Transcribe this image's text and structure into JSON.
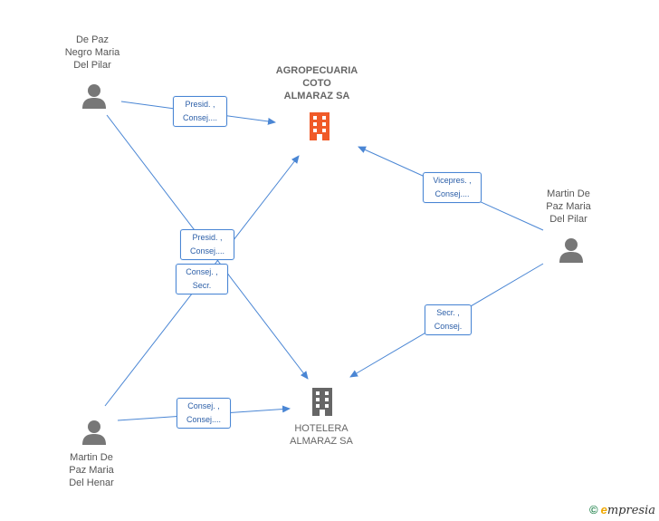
{
  "colors": {
    "edge": "#4a86d4",
    "person": "#777777",
    "company_main": "#f05a28",
    "company": "#666666"
  },
  "people": [
    {
      "id": "p1",
      "lines": [
        "De Paz",
        "Negro Maria",
        "Del Pilar"
      ],
      "icon": "person-icon"
    },
    {
      "id": "p2",
      "lines": [
        "Martin De",
        "Paz Maria",
        "Del Pilar"
      ],
      "icon": "person-icon"
    },
    {
      "id": "p3",
      "lines": [
        "Martin De",
        "Paz Maria",
        "Del Henar"
      ],
      "icon": "person-icon"
    }
  ],
  "companies": [
    {
      "id": "c1",
      "lines": [
        "AGROPECUARIA",
        "COTO",
        "ALMARAZ SA"
      ],
      "icon": "building-icon"
    },
    {
      "id": "c2",
      "lines": [
        "HOTELERA",
        "ALMARAZ SA"
      ],
      "icon": "building-icon"
    }
  ],
  "roles": [
    {
      "id": "r1",
      "lines": [
        "Presid. ,",
        "Consej...."
      ]
    },
    {
      "id": "r2",
      "lines": [
        "Vicepres. ,",
        "Consej...."
      ]
    },
    {
      "id": "r3",
      "lines": [
        "Presid. ,",
        "Consej...."
      ]
    },
    {
      "id": "r4",
      "lines": [
        "Consej. ,",
        "Secr."
      ]
    },
    {
      "id": "r5",
      "lines": [
        "Secr. ,",
        "Consej."
      ]
    },
    {
      "id": "r6",
      "lines": [
        "Consej. ,",
        "Consej...."
      ]
    }
  ],
  "footer": {
    "copyright": "©",
    "brand_e": "e",
    "brand_rest": "mpresia"
  }
}
